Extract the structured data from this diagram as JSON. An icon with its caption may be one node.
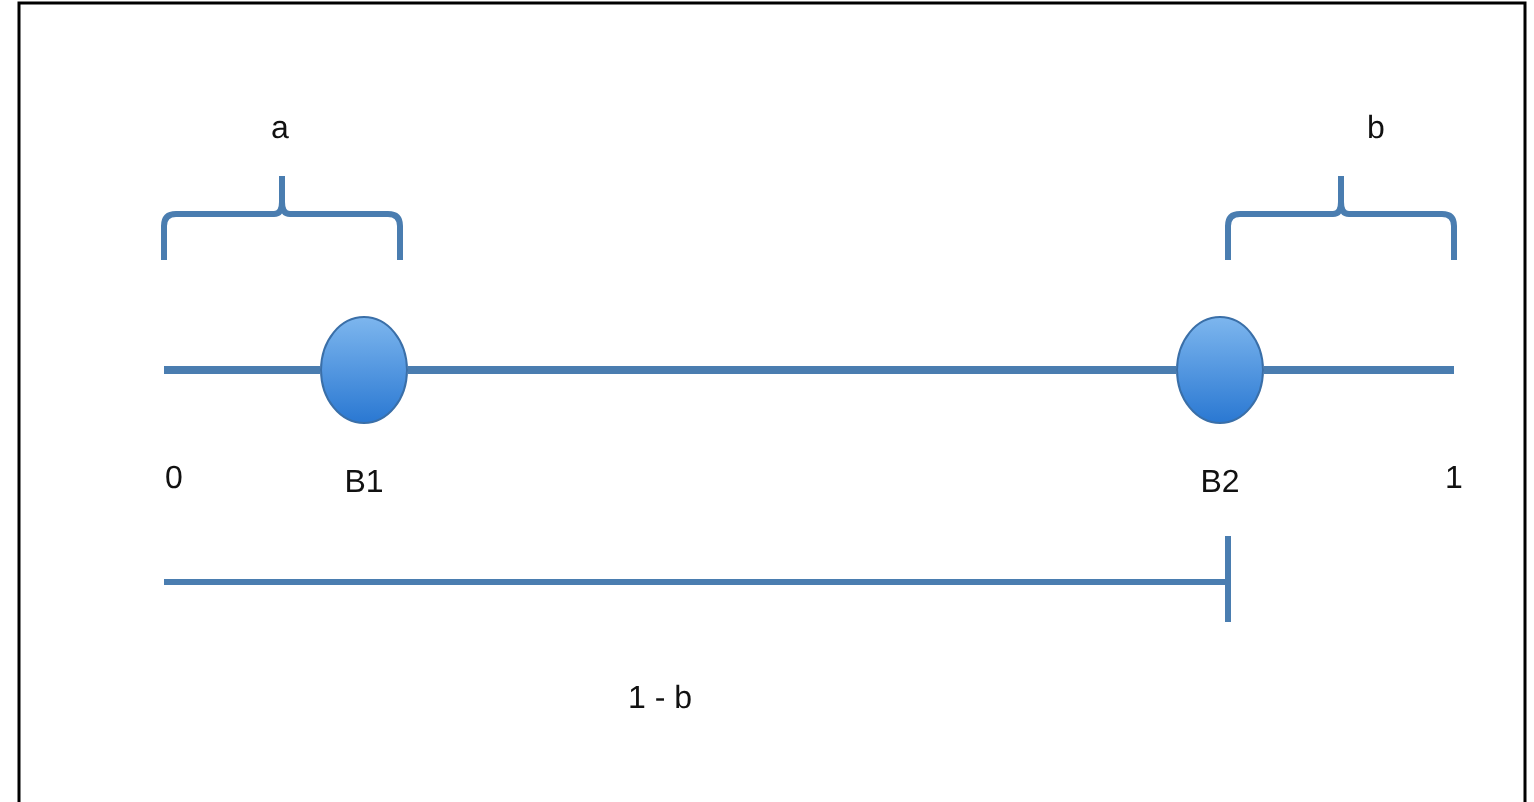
{
  "diagram": {
    "nodes": [
      {
        "text": [],
        "shape": "circle",
        "beside": [
          "B1"
        ]
      },
      {
        "text": [],
        "shape": "circle",
        "beside": [
          "B2"
        ]
      }
    ],
    "edges": [
      {
        "from": null,
        "to": 0,
        "arrow": "none"
      },
      {
        "from": 0,
        "to": 1,
        "arrow": "none"
      },
      {
        "from": 1,
        "to": null,
        "arrow": "none"
      }
    ],
    "labels": [
      "a",
      "b",
      "0",
      "1",
      "1 - b"
    ]
  }
}
